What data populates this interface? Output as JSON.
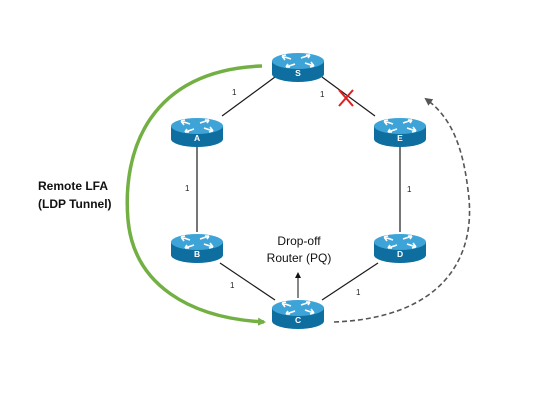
{
  "routers": [
    {
      "id": "S",
      "label": "S"
    },
    {
      "id": "A",
      "label": "A"
    },
    {
      "id": "E",
      "label": "E"
    },
    {
      "id": "B",
      "label": "B"
    },
    {
      "id": "D",
      "label": "D"
    },
    {
      "id": "C",
      "label": "C"
    }
  ],
  "links": [
    {
      "from": "S",
      "to": "A",
      "cost": "1",
      "failed": false
    },
    {
      "from": "S",
      "to": "E",
      "cost": "1",
      "failed": true
    },
    {
      "from": "A",
      "to": "B",
      "cost": "1",
      "failed": false
    },
    {
      "from": "E",
      "to": "D",
      "cost": "1",
      "failed": false
    },
    {
      "from": "B",
      "to": "C",
      "cost": "1",
      "failed": false
    },
    {
      "from": "D",
      "to": "C",
      "cost": "1",
      "failed": false
    }
  ],
  "remote_lfa": {
    "line1": "Remote LFA",
    "line2": "(LDP Tunnel)"
  },
  "dropoff": {
    "line1": "Drop-off",
    "line2": "Router (PQ)"
  },
  "colors": {
    "router_fill": "#1f8dc4",
    "router_top": "#3ea4d8",
    "router_rim": "#0e6ea0",
    "tunnel_arrow": "#72b043",
    "repair_path": "#555555",
    "failure_mark": "#e01f1f"
  },
  "icons": {
    "router": "router-icon",
    "failure": "link-failure-x-icon"
  }
}
